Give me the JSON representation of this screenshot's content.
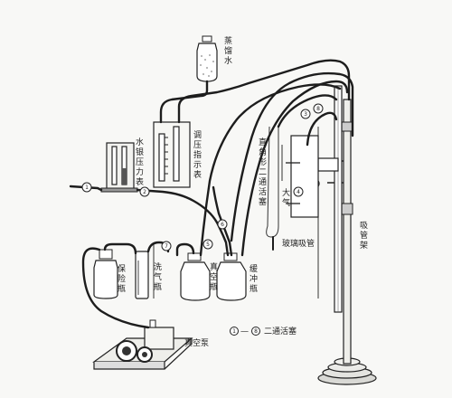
{
  "labels": {
    "distilled_water": [
      "蒸",
      "馏",
      "水"
    ],
    "water_pressure_gauge": [
      "水",
      "银",
      "压",
      "力",
      "表"
    ],
    "pressure_indicator": [
      "调",
      "压",
      "指",
      "示",
      "表"
    ],
    "right_angle_valve": [
      "直",
      "角",
      "形",
      "二",
      "通",
      "活",
      "塞"
    ],
    "air": [
      "大",
      "气"
    ],
    "glass_pipette": "玻璃吸管",
    "pipette_stand": [
      "吸",
      "管",
      "架"
    ],
    "safety_bottle": [
      "保",
      "险",
      "瓶"
    ],
    "wash_bottle": [
      "洗",
      "气",
      "瓶"
    ],
    "vacuum_bottle": [
      "真",
      "空",
      "瓶"
    ],
    "buffer_bottle": [
      "缓",
      "冲",
      "瓶"
    ],
    "vacuum_pump": "真空泵",
    "legend": "二通活塞",
    "legend_range": [
      "①",
      "—",
      "⑧"
    ]
  },
  "valve_numbers": [
    "1",
    "2",
    "3",
    "4",
    "5",
    "6",
    "7",
    "8"
  ]
}
